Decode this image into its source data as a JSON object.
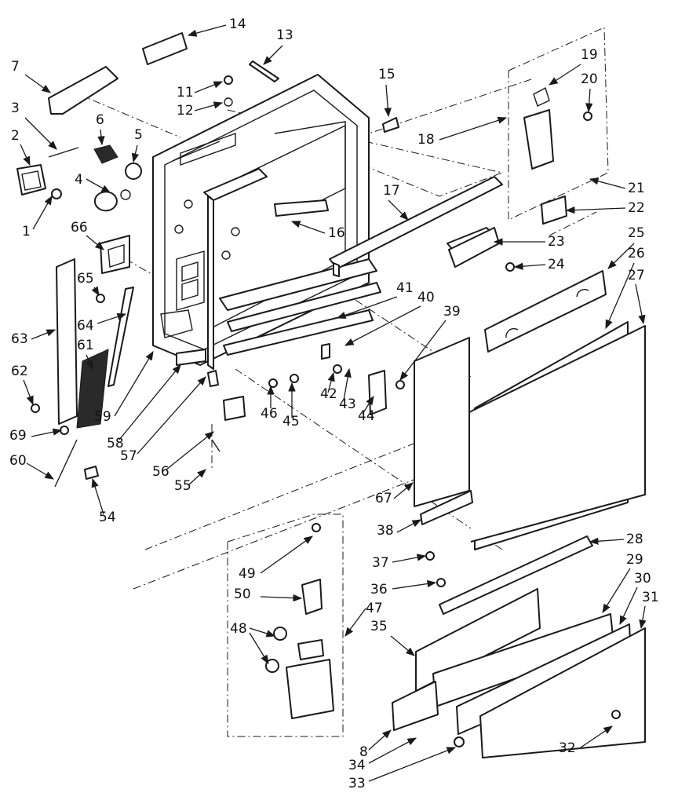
{
  "diagram": {
    "type": "exploded parts diagram",
    "subject": "dishwasher door assembly",
    "callouts": [
      "1",
      "2",
      "3",
      "4",
      "5",
      "6",
      "7",
      "8",
      "11",
      "12",
      "13",
      "14",
      "15",
      "16",
      "17",
      "18",
      "19",
      "20",
      "21",
      "22",
      "23",
      "24",
      "25",
      "26",
      "27",
      "28",
      "29",
      "30",
      "31",
      "32",
      "33",
      "34",
      "35",
      "36",
      "37",
      "38",
      "39",
      "40",
      "41",
      "42",
      "43",
      "44",
      "45",
      "46",
      "47",
      "48",
      "49",
      "50",
      "54",
      "55",
      "56",
      "57",
      "58",
      "59",
      "60",
      "61",
      "62",
      "63",
      "64",
      "65",
      "66",
      "67",
      "69"
    ],
    "colors": {
      "ink": "#1a1a1a",
      "paper": "#ffffff"
    }
  }
}
